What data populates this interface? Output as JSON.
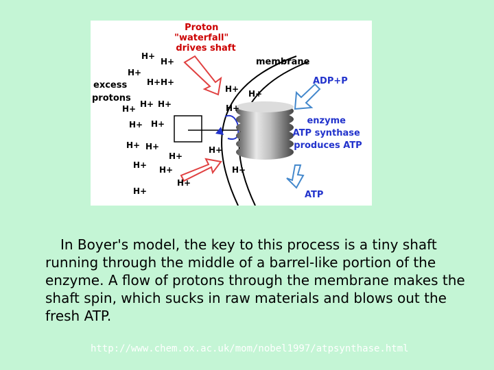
{
  "diagram": {
    "waterfall_lines": [
      "Proton",
      "\"waterfall\"",
      "drives shaft"
    ],
    "membrane_label": "membrane",
    "excess_lines": [
      "excess",
      "protons"
    ],
    "adp_label": "ADP+P",
    "enzyme_lines": [
      "enzyme",
      "ATP synthase",
      "produces ATP"
    ],
    "atp_label": "ATP",
    "proton": "H+",
    "colors": {
      "red_text": "#cc0000",
      "blue_text": "#2233cc",
      "arrow_red": "#e04040",
      "arrow_blue": "#4488cc"
    }
  },
  "caption": "In Boyer's model, the key to this process is a tiny shaft running through the middle of a barrel-like portion of the enzyme. A flow of protons through the membrane makes the shaft spin, which sucks in raw materials and blows out the fresh ATP.",
  "source_url": "http://www.chem.ox.ac.uk/mom/nobel1997/atpsynthase.html"
}
